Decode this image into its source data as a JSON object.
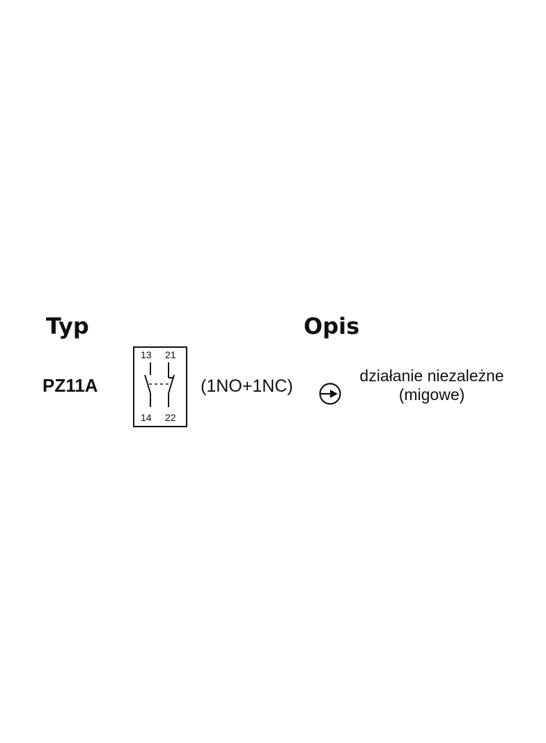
{
  "headers": {
    "type": "Typ",
    "description": "Opis"
  },
  "row": {
    "type_code": "PZ11A",
    "terminals": {
      "no_top": "13",
      "nc_top": "21",
      "no_bottom": "14",
      "nc_bottom": "22"
    },
    "contact_configuration": "(1NO+1NC)",
    "action_icon": "snap-action-icon",
    "description_line1": "działanie niezależne",
    "description_line2": "(migowe)"
  },
  "colors": {
    "ink": "#111111",
    "background": "#ffffff"
  }
}
